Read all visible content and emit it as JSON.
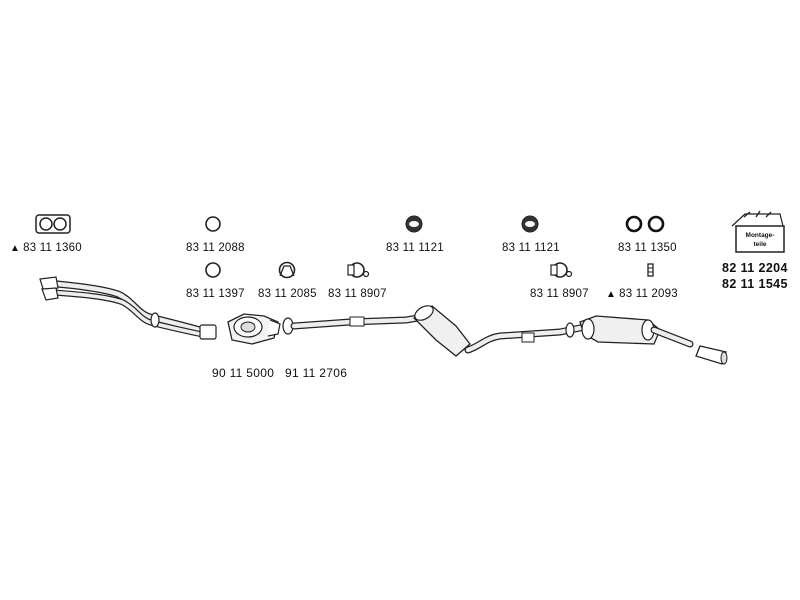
{
  "parts": {
    "gasket_front": "83 11 1360",
    "ring_1": "83 11 2088",
    "ring_2": "83 11 1397",
    "clamp_1": "83 11 2085",
    "clamp_2": "83 11 8907",
    "hanger_1": "83 11 1121",
    "hanger_2": "83 11 1121",
    "rings_pair": "83 11 1350",
    "clamp_3": "83 11 8907",
    "bolt": "83 11 2093",
    "kit_1": "82 11 2204",
    "kit_2": "82 11 1545",
    "catalyst": "90 11 5000",
    "catalyst_2": "91 11 2706"
  },
  "kit_box_label": "Montage-\nteile",
  "colors": {
    "line": "#222222",
    "fill": "#eeeeee",
    "dark": "#333333"
  }
}
